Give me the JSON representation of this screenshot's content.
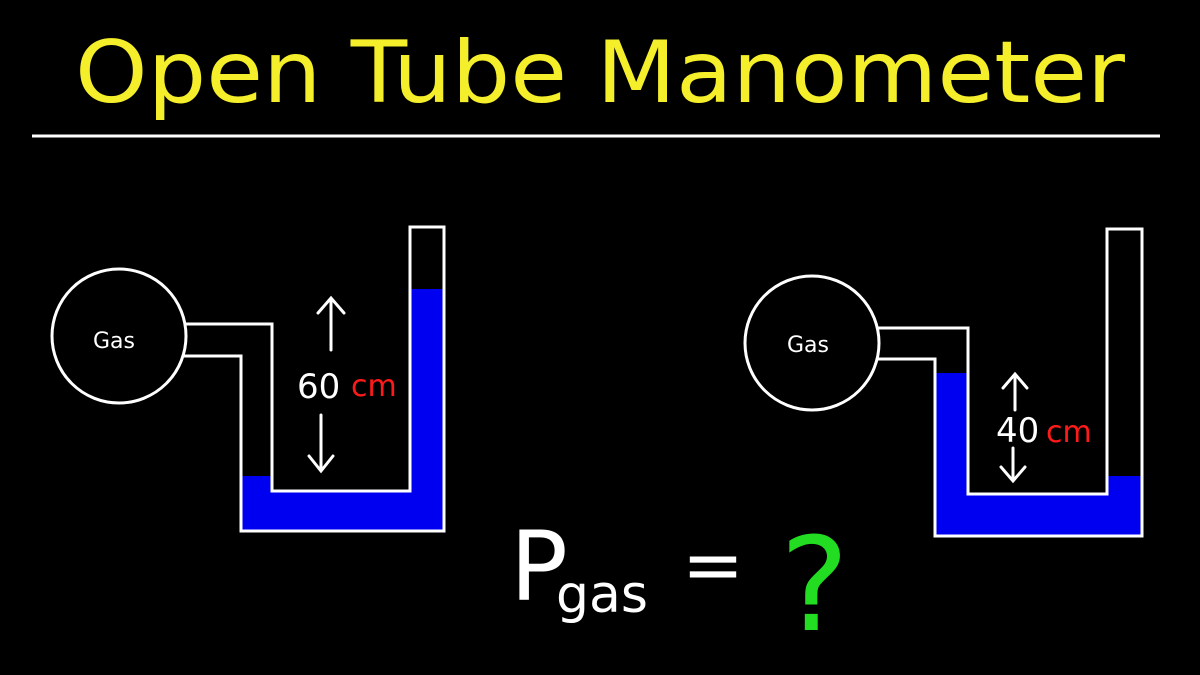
{
  "title": "Open Tube Manometer",
  "colors": {
    "background": "#000000",
    "title": "#f5ee2a",
    "line": "#ffffff",
    "liquid": "#0000f0",
    "unit": "#ff1a1a",
    "question": "#22dd22"
  },
  "left_manometer": {
    "bulb_label": "Gas",
    "height_value": "60",
    "height_unit": "cm"
  },
  "right_manometer": {
    "bulb_label": "Gas",
    "height_value": "40",
    "height_unit": "cm"
  },
  "equation": {
    "symbol": "P",
    "subscript": "gas",
    "equals": "=",
    "unknown": "?"
  }
}
